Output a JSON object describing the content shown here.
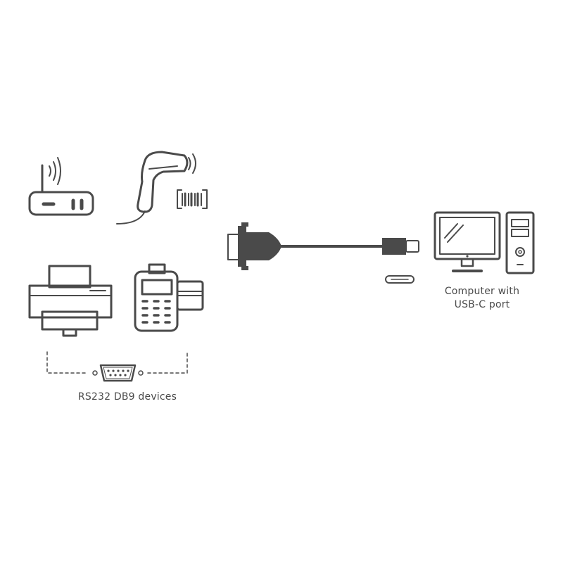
{
  "labels": {
    "devices": "RS232 DB9 devices",
    "computer_line1": "Computer with",
    "computer_line2": "USB-C port"
  },
  "colors": {
    "stroke": "#4a4a4a",
    "cable": "#4a4a4a",
    "text": "#4a4a4a",
    "background": "#ffffff"
  },
  "icons": [
    "router-icon",
    "barcode-scanner-icon",
    "printer-icon",
    "pos-terminal-icon",
    "db9-port-icon",
    "db9-connector-icon",
    "usb-c-plug-icon",
    "usb-c-port-icon",
    "monitor-icon",
    "pc-tower-icon"
  ]
}
